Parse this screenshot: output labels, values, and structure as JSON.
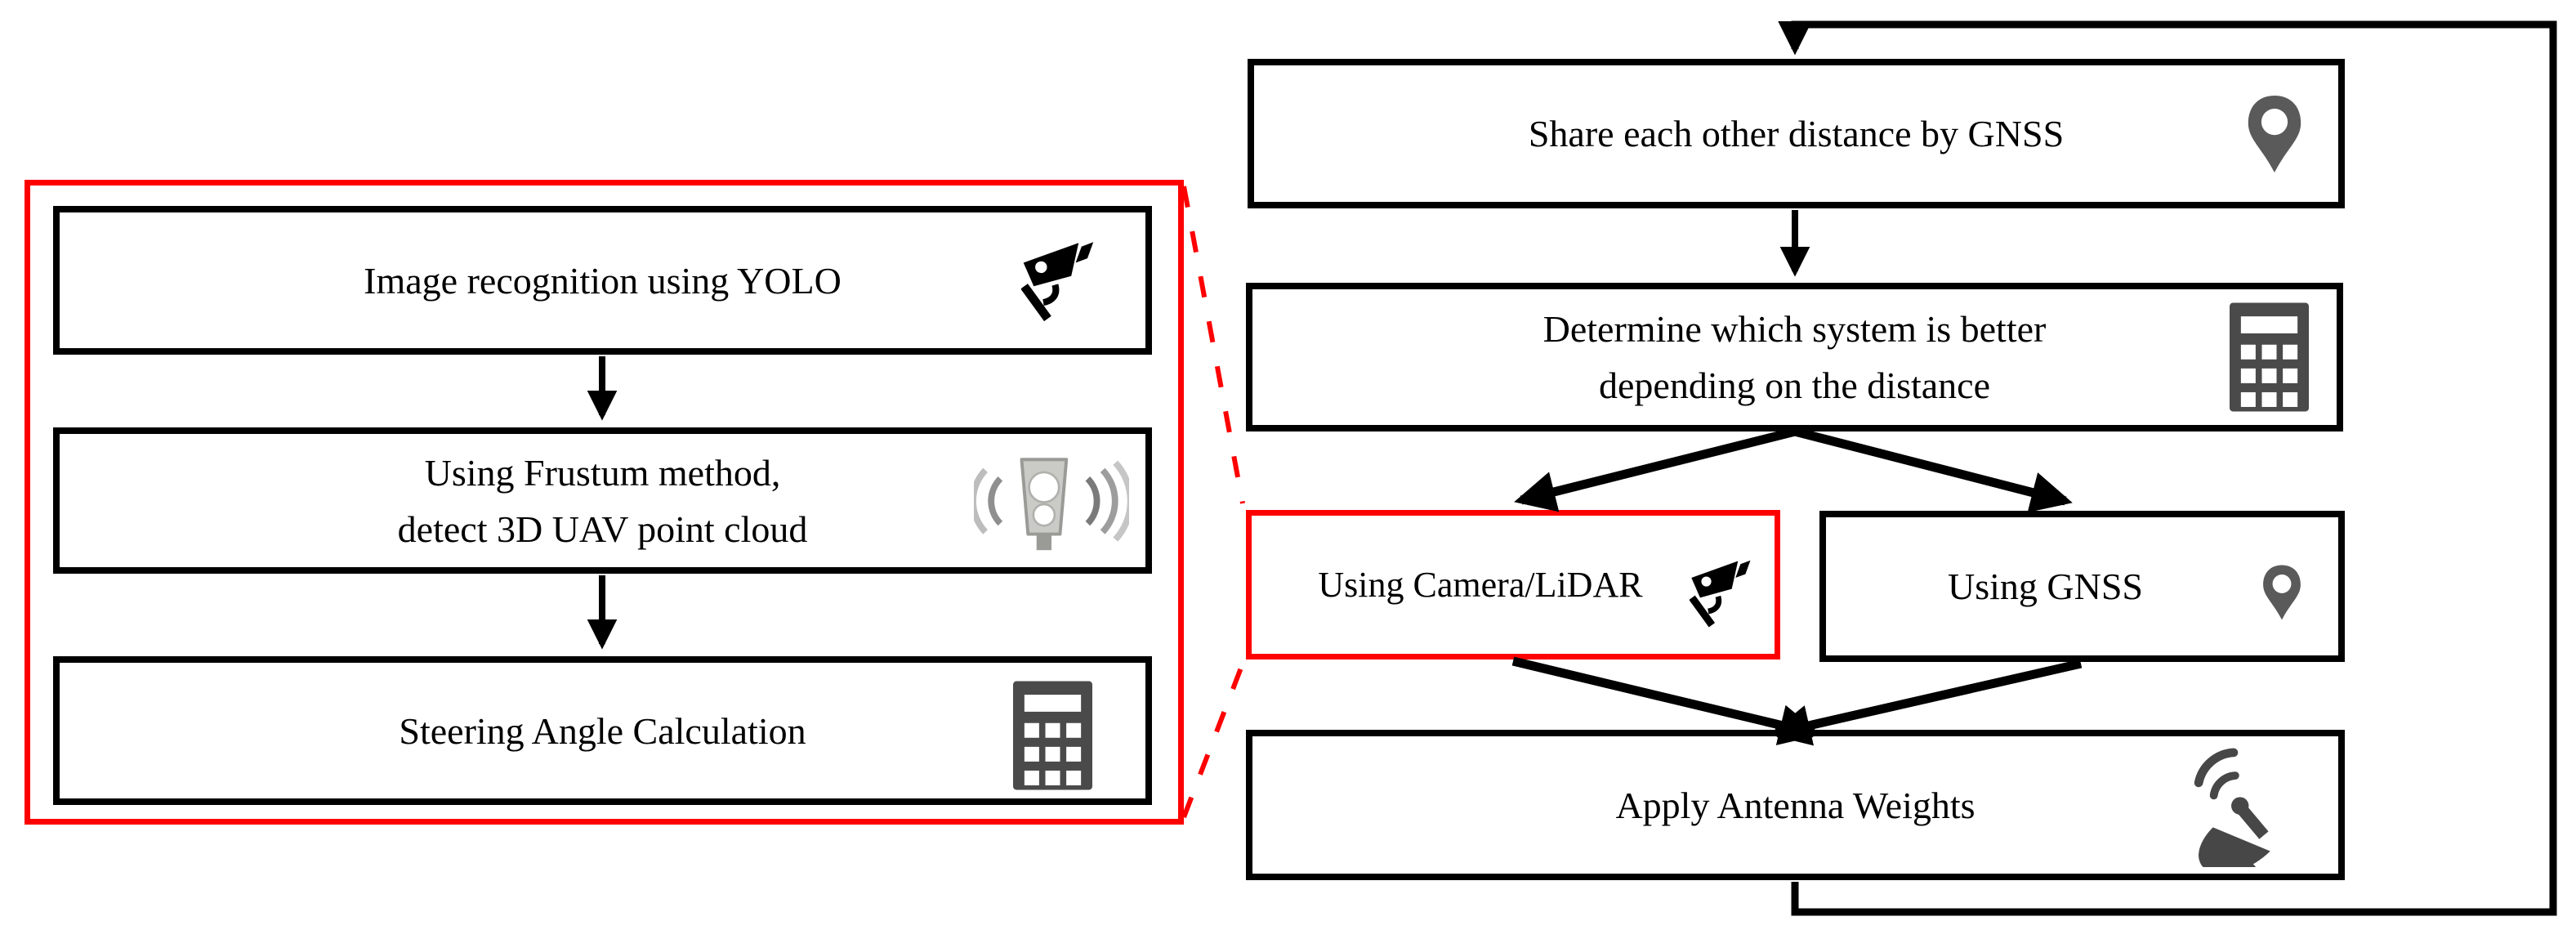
{
  "diagram": {
    "left_panel": {
      "description": "expanded detail of Using Camera/LiDAR step",
      "highlight_color": "#fe0000",
      "boxes": [
        {
          "lines": [
            "Image recognition using YOLO"
          ],
          "icon": "cctv-camera"
        },
        {
          "lines": [
            "Using Frustum method,",
            "detect 3D UAV point cloud"
          ],
          "icon": "lidar-speed-camera"
        },
        {
          "lines": [
            "Steering Angle Calculation"
          ],
          "icon": "calculator"
        }
      ]
    },
    "flow": {
      "share": {
        "lines": [
          "Share each other distance by GNSS"
        ],
        "icon": "location-pin"
      },
      "determine": {
        "lines": [
          "Determine which system is better",
          "depending on the distance"
        ],
        "icon": "calculator"
      },
      "camera": {
        "lines": [
          "Using Camera/LiDAR"
        ],
        "icon": "cctv-camera",
        "highlighted": true
      },
      "gnss": {
        "lines": [
          "Using GNSS"
        ],
        "icon": "location-pin"
      },
      "apply": {
        "lines": [
          "Apply Antenna Weights"
        ],
        "icon": "satellite-dish"
      }
    },
    "colors": {
      "stroke": "#000000",
      "highlight": "#fe0000",
      "icon_dark": "#4a4a4a",
      "icon_gray": "#5a5a5a",
      "lidar_body": "#cacac6"
    }
  }
}
